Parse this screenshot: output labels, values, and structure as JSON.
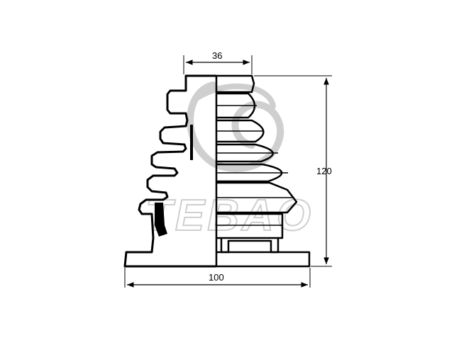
{
  "diagram": {
    "dimensions": {
      "top_width": "36",
      "height": "120",
      "base_width": "100"
    },
    "watermark": {
      "text": "TEBAO"
    },
    "colors": {
      "ink": "#000000",
      "watermark": "#cfcfcf",
      "background": "#ffffff"
    }
  }
}
